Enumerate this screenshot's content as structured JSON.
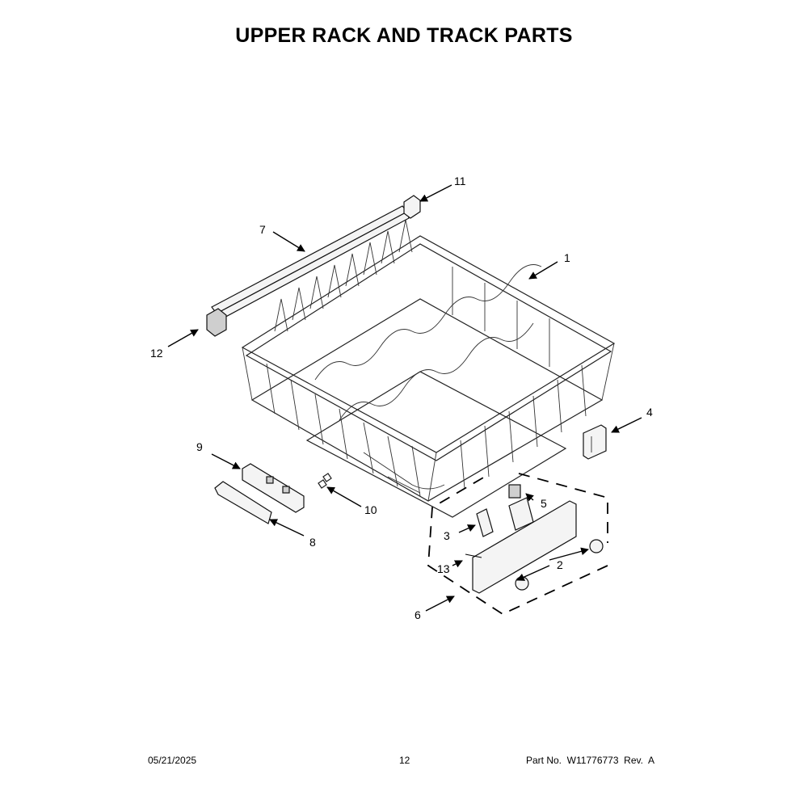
{
  "title": "UPPER RACK AND TRACK PARTS",
  "callouts": [
    "1",
    "2",
    "3",
    "4",
    "5",
    "6",
    "7",
    "8",
    "9",
    "10",
    "11",
    "12",
    "13"
  ],
  "footer": {
    "date": "05/21/2025",
    "page": "12",
    "part": "Part No.  W11776773  Rev.  A"
  }
}
